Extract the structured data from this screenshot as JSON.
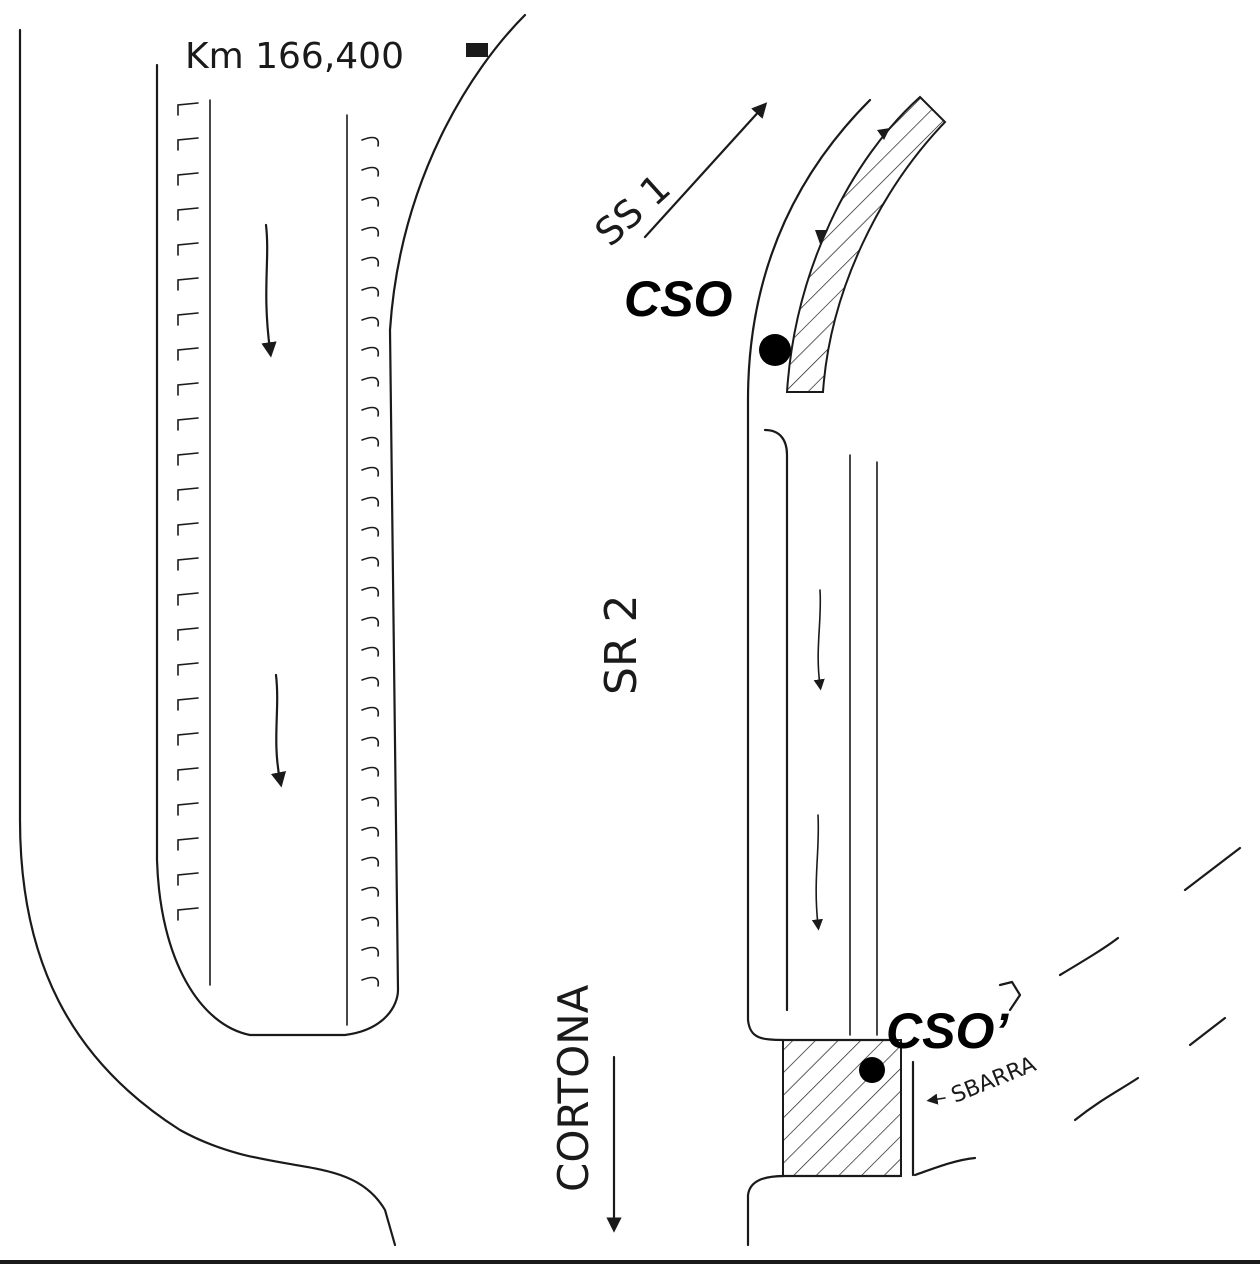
{
  "labels": {
    "km": "Km 166,400",
    "ss1": "SS 1",
    "cso": "CSO",
    "cso_prime": "CSO’",
    "sr2": "SR 2",
    "cortona": "CORTONA",
    "sbarra": "SBARRA"
  },
  "colors": {
    "ink": "#1a1a1a",
    "marker": "#000000",
    "paper": "#ffffff"
  }
}
